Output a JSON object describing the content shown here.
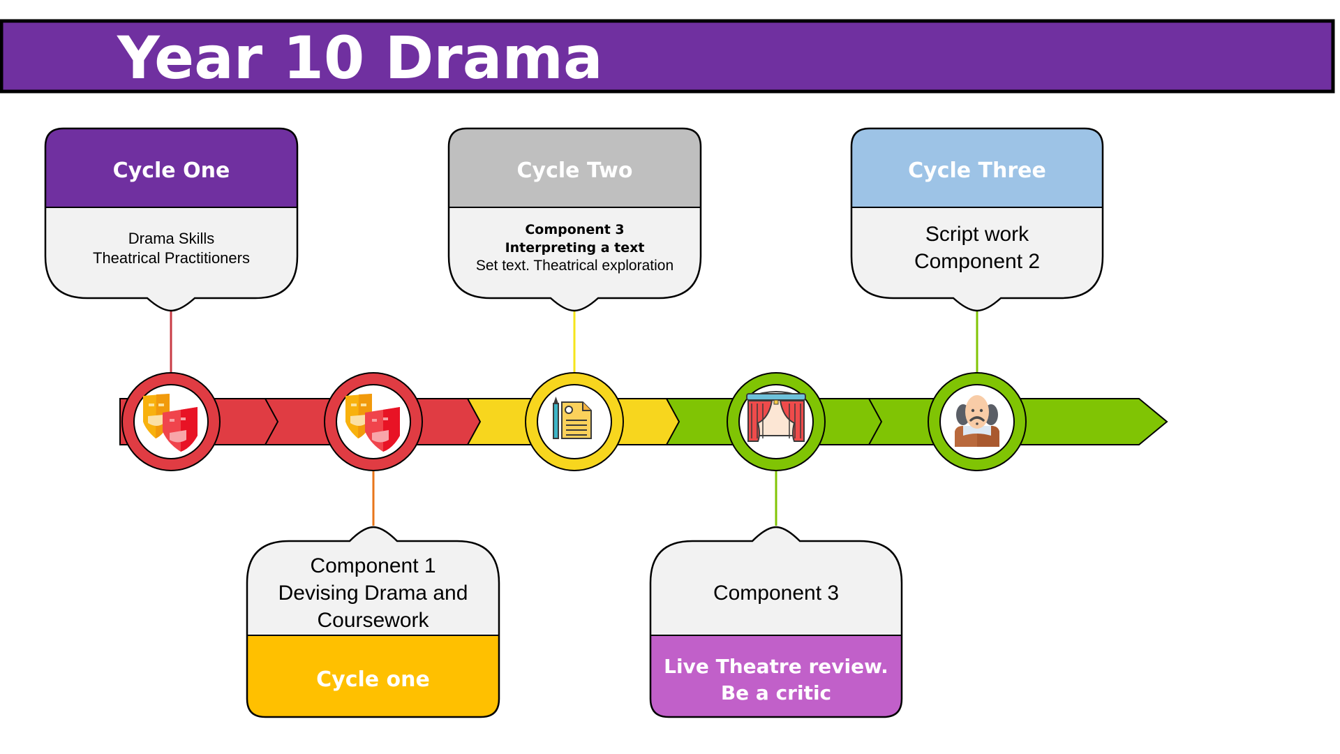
{
  "header": {
    "title": "Year 10 Drama",
    "background": "#7030A0"
  },
  "timeline": {
    "segments": [
      {
        "color": "#E03C43"
      },
      {
        "color": "#E03C43"
      },
      {
        "color": "#F7D61E"
      },
      {
        "color": "#80C404"
      },
      {
        "color": "#80C404"
      }
    ],
    "nodes": [
      {
        "icon": "theatre-masks-icon",
        "ring_color": "#E03C43",
        "connector_color": "#C83B45"
      },
      {
        "icon": "theatre-masks-icon",
        "ring_color": "#E03C43",
        "connector_color": "#E8761A"
      },
      {
        "icon": "script-document-icon",
        "ring_color": "#F7D61E",
        "connector_color": "#F5E51B"
      },
      {
        "icon": "stage-curtains-icon",
        "ring_color": "#80C404",
        "connector_color": "#80C404"
      },
      {
        "icon": "shakespeare-icon",
        "ring_color": "#80C404",
        "connector_color": "#80C404"
      }
    ]
  },
  "top_callouts": [
    {
      "heading": "Cycle One",
      "heading_color": "#7030A0",
      "lines": [
        "Drama Skills",
        "Theatrical Practitioners"
      ],
      "bold_lines": []
    },
    {
      "heading": "Cycle Two",
      "heading_color": "#BFBFBF",
      "bold_lines": [
        "Component 3",
        "Interpreting a text"
      ],
      "lines": [
        "Set text. Theatrical exploration"
      ]
    },
    {
      "heading": "Cycle Three",
      "heading_color": "#9DC3E6",
      "lines": [
        "Script work",
        "Component 2"
      ],
      "bold_lines": []
    }
  ],
  "bottom_callouts": [
    {
      "lines": [
        "Component 1",
        "Devising Drama and",
        "Coursework"
      ],
      "footer": [
        "Cycle one"
      ],
      "footer_color": "#FFC000"
    },
    {
      "lines": [
        "Component 3"
      ],
      "footer": [
        "Live Theatre review.",
        "Be a critic"
      ],
      "footer_color": "#C160C9"
    }
  ]
}
